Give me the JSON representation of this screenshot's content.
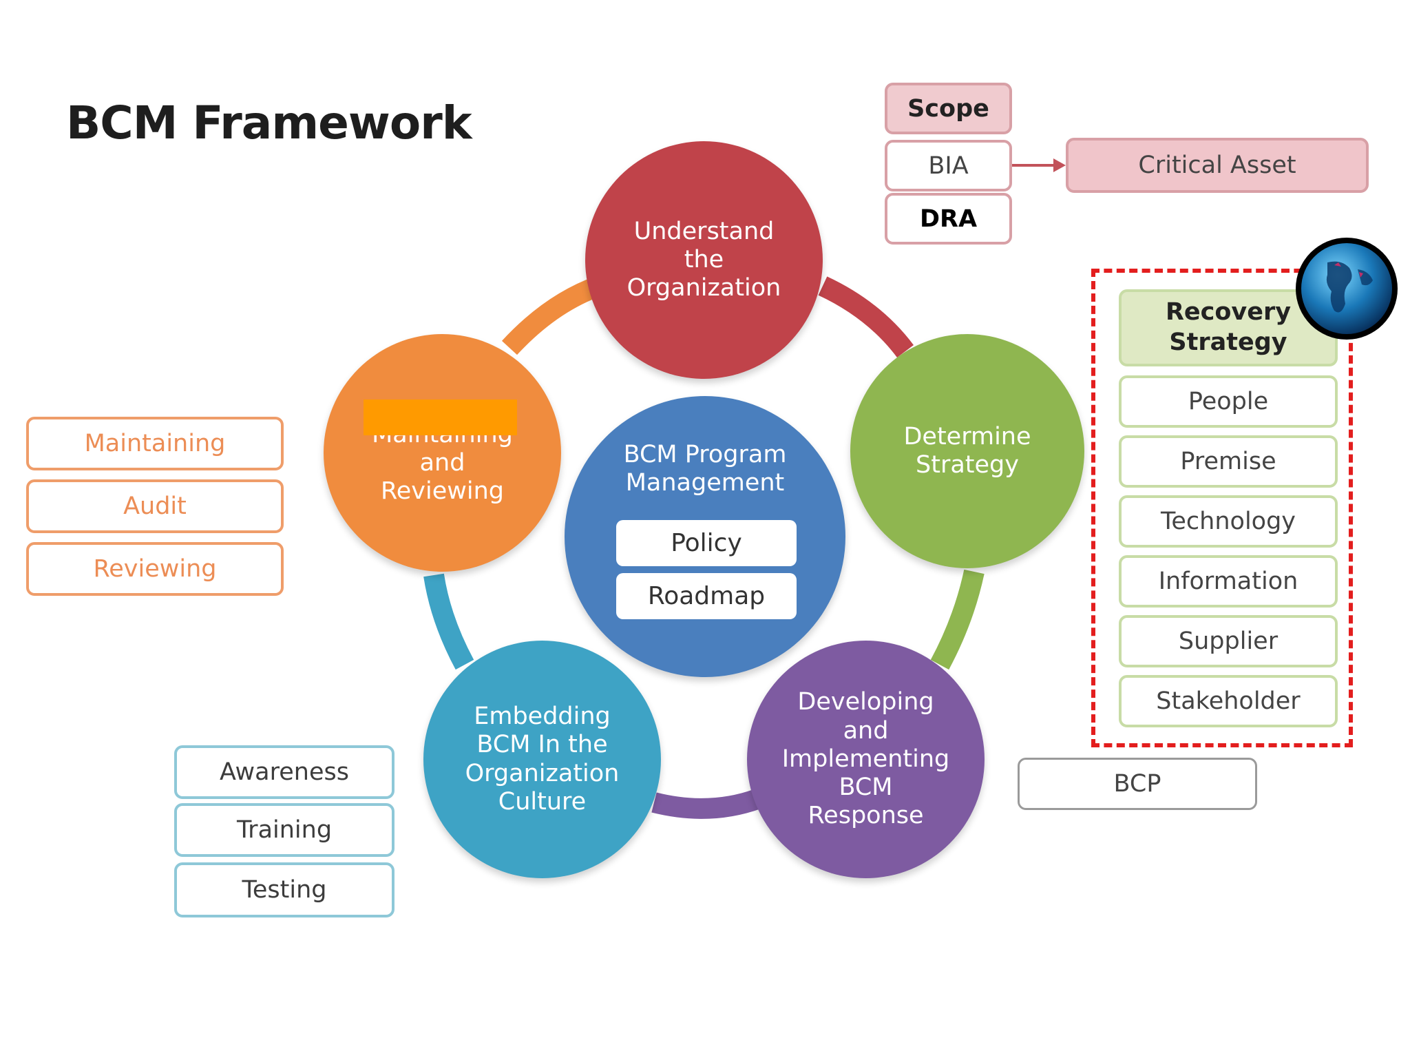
{
  "title": "BCM Framework",
  "colors": {
    "understand": "#c0434a",
    "determine": "#8fb650",
    "developing": "#7e5ba1",
    "embedding": "#3ea3c5",
    "maintaining": "#f08c3e",
    "center": "#4a7fbe",
    "dashed_frame": "#e31e1e",
    "arrow": "#c2525a"
  },
  "circles": {
    "understand": "Understand the Organization",
    "determine": "Determine Strategy",
    "developing": "Developing and Implementing BCM Response",
    "embedding": "Embedding BCM In the Organization Culture",
    "maintaining": "Maintaining and Reviewing",
    "center": "BCM Program Management"
  },
  "center_items": [
    "Policy",
    "Roadmap"
  ],
  "scope_group": {
    "scope": "Scope",
    "bia": "BIA",
    "dra": "DRA",
    "critical_asset": "Critical Asset"
  },
  "recovery": {
    "title": "Recovery Strategy",
    "items": [
      "People",
      "Premise",
      "Technology",
      "Information",
      "Supplier",
      "Stakeholder"
    ]
  },
  "bcp": "BCP",
  "maintaining_list": [
    "Maintaining",
    "Audit",
    "Reviewing"
  ],
  "embedding_list": [
    "Awareness",
    "Training",
    "Testing"
  ],
  "globe_icon": "globe-icon"
}
